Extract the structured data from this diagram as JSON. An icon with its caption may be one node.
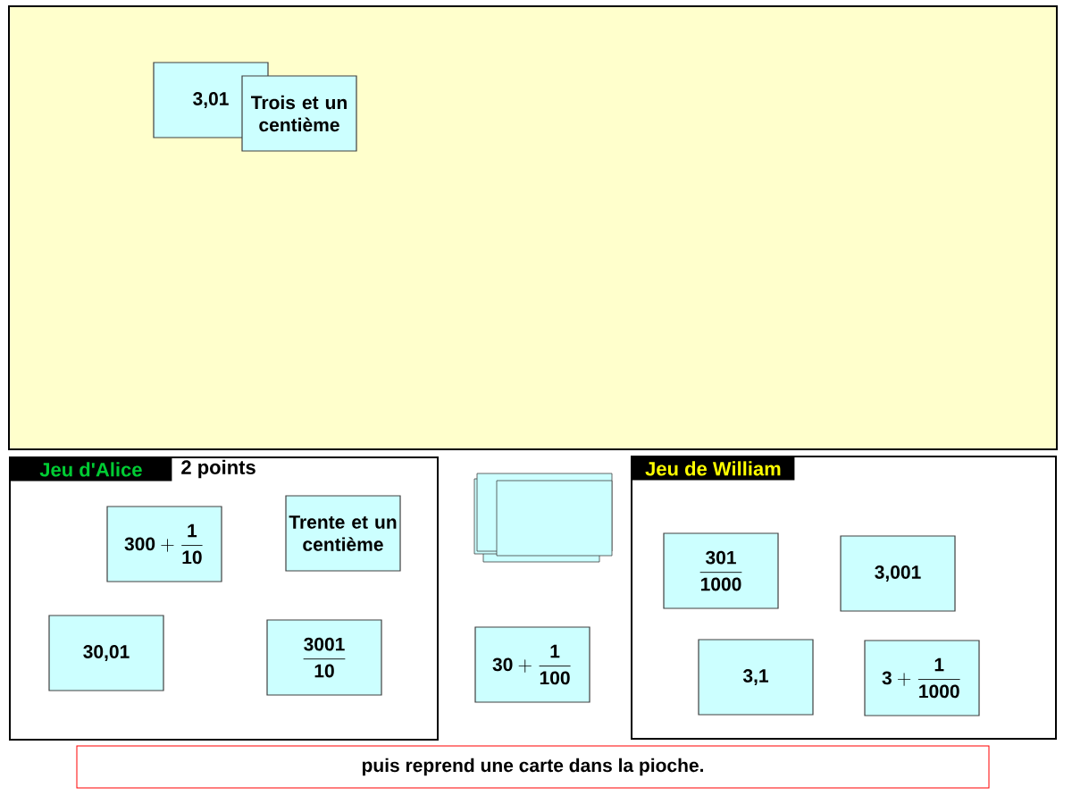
{
  "diagram": {
    "nodes": [
      {
        "text": [],
        "shape": "box"
      },
      {
        "text": [
          "3,01"
        ],
        "in": 0
      },
      {
        "text": [
          "Trois et un centième"
        ],
        "in": 0
      },
      {
        "text": [
          "Jeu d'Alice"
        ],
        "beside": [
          "2 points"
        ]
      },
      {
        "text": [
          "\\mathbf{300+\\frac{1}{10}}"
        ],
        "in": 3
      },
      {
        "text": [
          "Trente et un centième"
        ],
        "in": 3
      },
      {
        "text": [
          "30,01"
        ],
        "in": 3
      },
      {
        "text": [
          "\\mathbf{\\frac{3001}{10}}"
        ],
        "in": 3
      },
      {
        "text": [],
        "shape": "box"
      },
      {
        "text": [
          "\\mathbf{30+\\frac{1}{100}}"
        ]
      },
      {
        "text": [
          "Jeu de William"
        ]
      },
      {
        "text": [
          "\\mathbf{\\frac{301}{1000}}"
        ],
        "in": 10
      },
      {
        "text": [
          "3,001"
        ],
        "in": 10
      },
      {
        "text": [
          "3,1"
        ],
        "in": 10
      },
      {
        "text": [
          "\\mathbf{3+\\frac{1}{1000}}"
        ],
        "in": 10
      },
      {
        "text": [
          "puis reprend une carte dans la pioche."
        ]
      }
    ]
  }
}
